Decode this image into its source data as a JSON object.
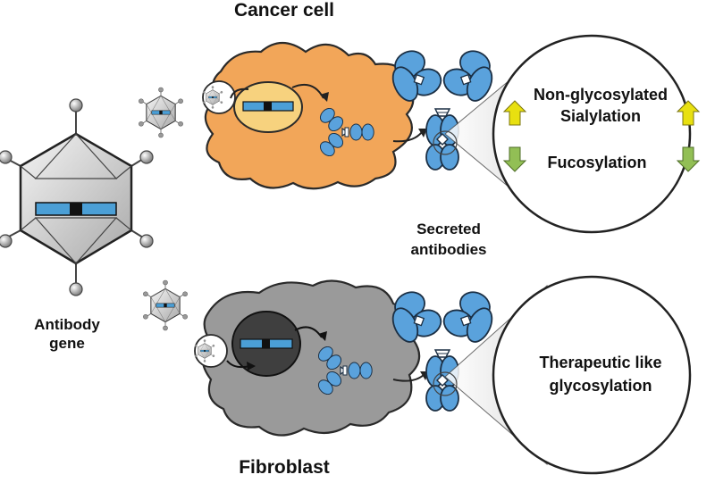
{
  "labels": {
    "cancer_cell": "Cancer cell",
    "fibroblast": "Fibroblast",
    "antibody_gene_line1": "Antibody",
    "antibody_gene_line2": "gene",
    "secreted_line1": "Secreted",
    "secreted_line2": "antibodies"
  },
  "cancer_glycosylation": {
    "increased_line1": "Non-glycosylated",
    "increased_line2": "Sialylation",
    "decreased": "Fucosylation"
  },
  "fibroblast_glycosylation": {
    "line1": "Therapeutic like",
    "line2": "glycosylation"
  },
  "colors": {
    "cancer_cell": "#f2a659",
    "cancer_nucleus": "#f7d27e",
    "fibroblast": "#9a9a9a",
    "fibroblast_nucleus": "#3f3f3f",
    "antibody_blue": "#5aa2dc",
    "gene_blue": "#4b9fd6",
    "gene_black": "#111111",
    "arrow_up": "#e8e010",
    "arrow_down": "#92bf55",
    "outline": "#222222"
  }
}
